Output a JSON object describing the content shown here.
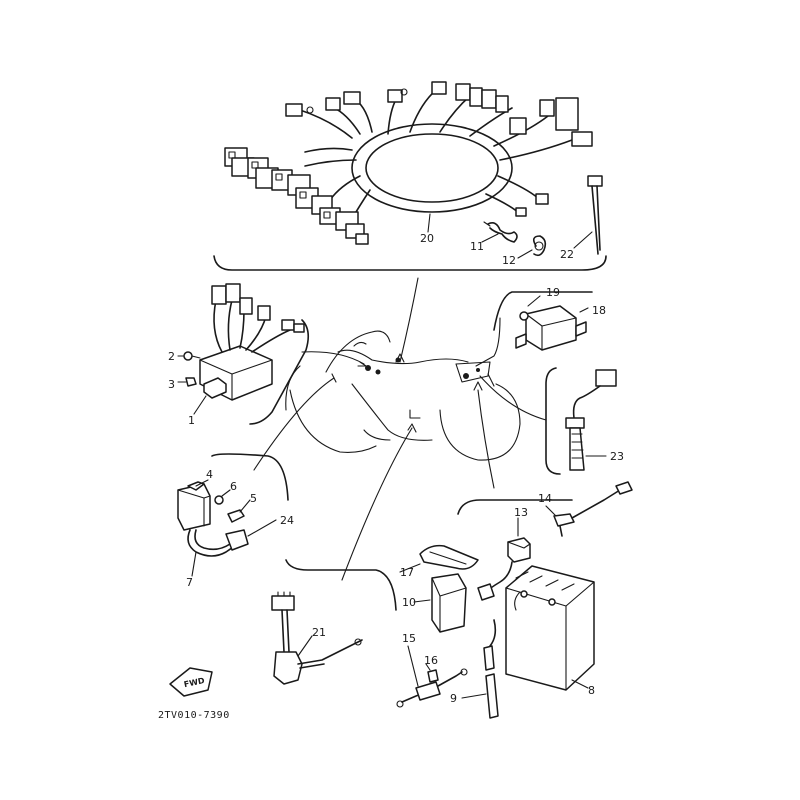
{
  "diagram": {
    "code": "2TV010-7390",
    "direction_label": "FWD",
    "callouts": [
      "1",
      "2",
      "3",
      "4",
      "5",
      "6",
      "7",
      "8",
      "9",
      "10",
      "11",
      "12",
      "13",
      "14",
      "15",
      "16",
      "17",
      "18",
      "19",
      "20",
      "21",
      "22",
      "23",
      "24"
    ]
  }
}
